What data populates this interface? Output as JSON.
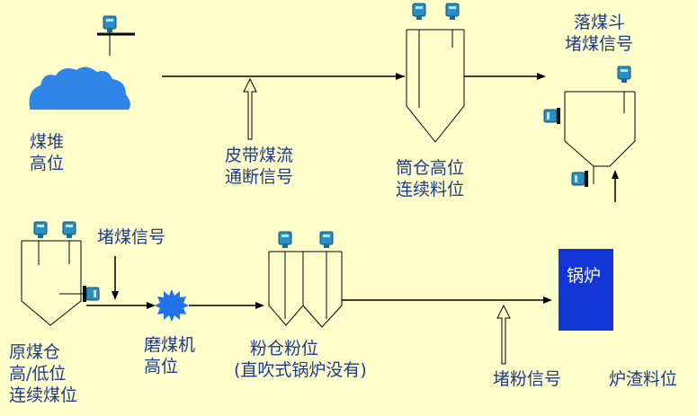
{
  "colors": {
    "background": "#ffffcc",
    "label_text": "#1e3a8a",
    "coal_pile": "#2f86e8",
    "mill": "#1f73e6",
    "boiler_box": "#1235d8",
    "sensor": "#2a8fc2",
    "line": "#000000"
  },
  "labels": {
    "coal_pile": [
      "煤堆",
      "高位"
    ],
    "belt_signal": [
      "皮带煤流",
      "通断信号"
    ],
    "silo": [
      "筒仓高位",
      "连续料位"
    ],
    "chute": [
      "落煤斗",
      "堵煤信号"
    ],
    "blockage": "堵煤信号",
    "raw_bunker": [
      "原煤仓",
      "高/低位",
      "连续煤位"
    ],
    "mill": [
      "磨煤机",
      "高位"
    ],
    "powder_bin": [
      "粉仓粉位",
      "(直吹式锅炉没有)"
    ],
    "powder_block": "堵粉信号",
    "slag": "炉渣料位",
    "boiler": "锅炉"
  }
}
